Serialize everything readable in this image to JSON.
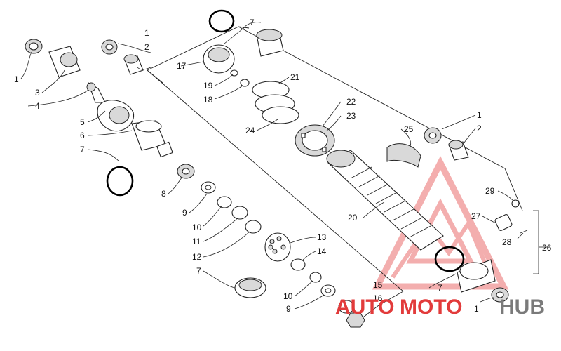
{
  "diagram": {
    "labels": [
      {
        "id": "l1a",
        "text": "1"
      },
      {
        "id": "l2a",
        "text": "2"
      },
      {
        "id": "l1b",
        "text": "1"
      },
      {
        "id": "l3",
        "text": "3"
      },
      {
        "id": "l4",
        "text": "4"
      },
      {
        "id": "l5",
        "text": "5"
      },
      {
        "id": "l6",
        "text": "6"
      },
      {
        "id": "l7a",
        "text": "7"
      },
      {
        "id": "l8",
        "text": "8"
      },
      {
        "id": "l9a",
        "text": "9"
      },
      {
        "id": "l10a",
        "text": "10"
      },
      {
        "id": "l11",
        "text": "11"
      },
      {
        "id": "l12",
        "text": "12"
      },
      {
        "id": "l7b",
        "text": "7"
      },
      {
        "id": "l13",
        "text": "13"
      },
      {
        "id": "l14",
        "text": "14"
      },
      {
        "id": "l10b",
        "text": "10"
      },
      {
        "id": "l9b",
        "text": "9"
      },
      {
        "id": "l15",
        "text": "15"
      },
      {
        "id": "l16",
        "text": "16"
      },
      {
        "id": "l7c",
        "text": "7"
      },
      {
        "id": "l17",
        "text": "17"
      },
      {
        "id": "l19",
        "text": "19"
      },
      {
        "id": "l18",
        "text": "18"
      },
      {
        "id": "l21",
        "text": "21"
      },
      {
        "id": "l24",
        "text": "24"
      },
      {
        "id": "l22",
        "text": "22"
      },
      {
        "id": "l23",
        "text": "23"
      },
      {
        "id": "l25",
        "text": "25"
      },
      {
        "id": "l1c",
        "text": "1"
      },
      {
        "id": "l2b",
        "text": "2"
      },
      {
        "id": "l20",
        "text": "20"
      },
      {
        "id": "l29",
        "text": "29"
      },
      {
        "id": "l27",
        "text": "27"
      },
      {
        "id": "l28",
        "text": "28"
      },
      {
        "id": "l26",
        "text": "26"
      },
      {
        "id": "l7d",
        "text": "7"
      },
      {
        "id": "l1d",
        "text": "1"
      }
    ]
  },
  "watermark": {
    "part1": "AUTO",
    "part2": "MOTO",
    "part3": "HUB",
    "color_red": "#e23b3b",
    "color_gray": "#7a7a7a",
    "color_pink": "#f2a0a0"
  }
}
